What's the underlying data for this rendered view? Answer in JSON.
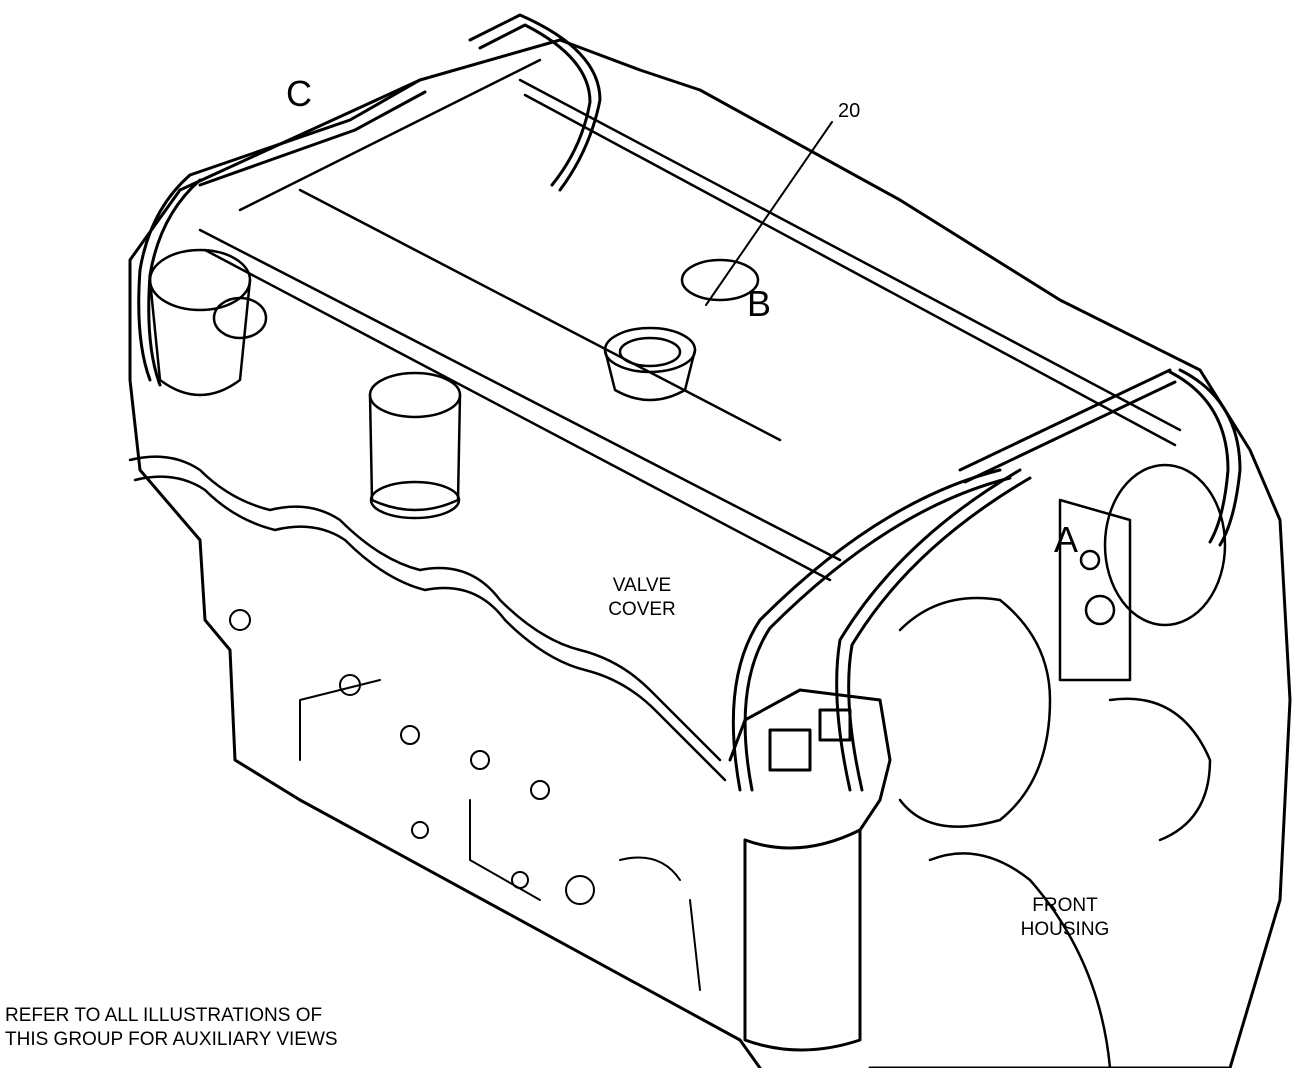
{
  "callouts": {
    "view_c": "C",
    "view_b": "B",
    "view_a": "A",
    "item_20": "20"
  },
  "areas": {
    "valve_cover": [
      "VALVE",
      "COVER"
    ],
    "front_housing": [
      "FRONT",
      "HOUSING"
    ]
  },
  "note": [
    "REFER TO ALL ILLUSTRATIONS OF",
    "THIS GROUP FOR AUXILIARY VIEWS"
  ],
  "colors": {
    "ink": "#000000",
    "paper": "#ffffff"
  }
}
